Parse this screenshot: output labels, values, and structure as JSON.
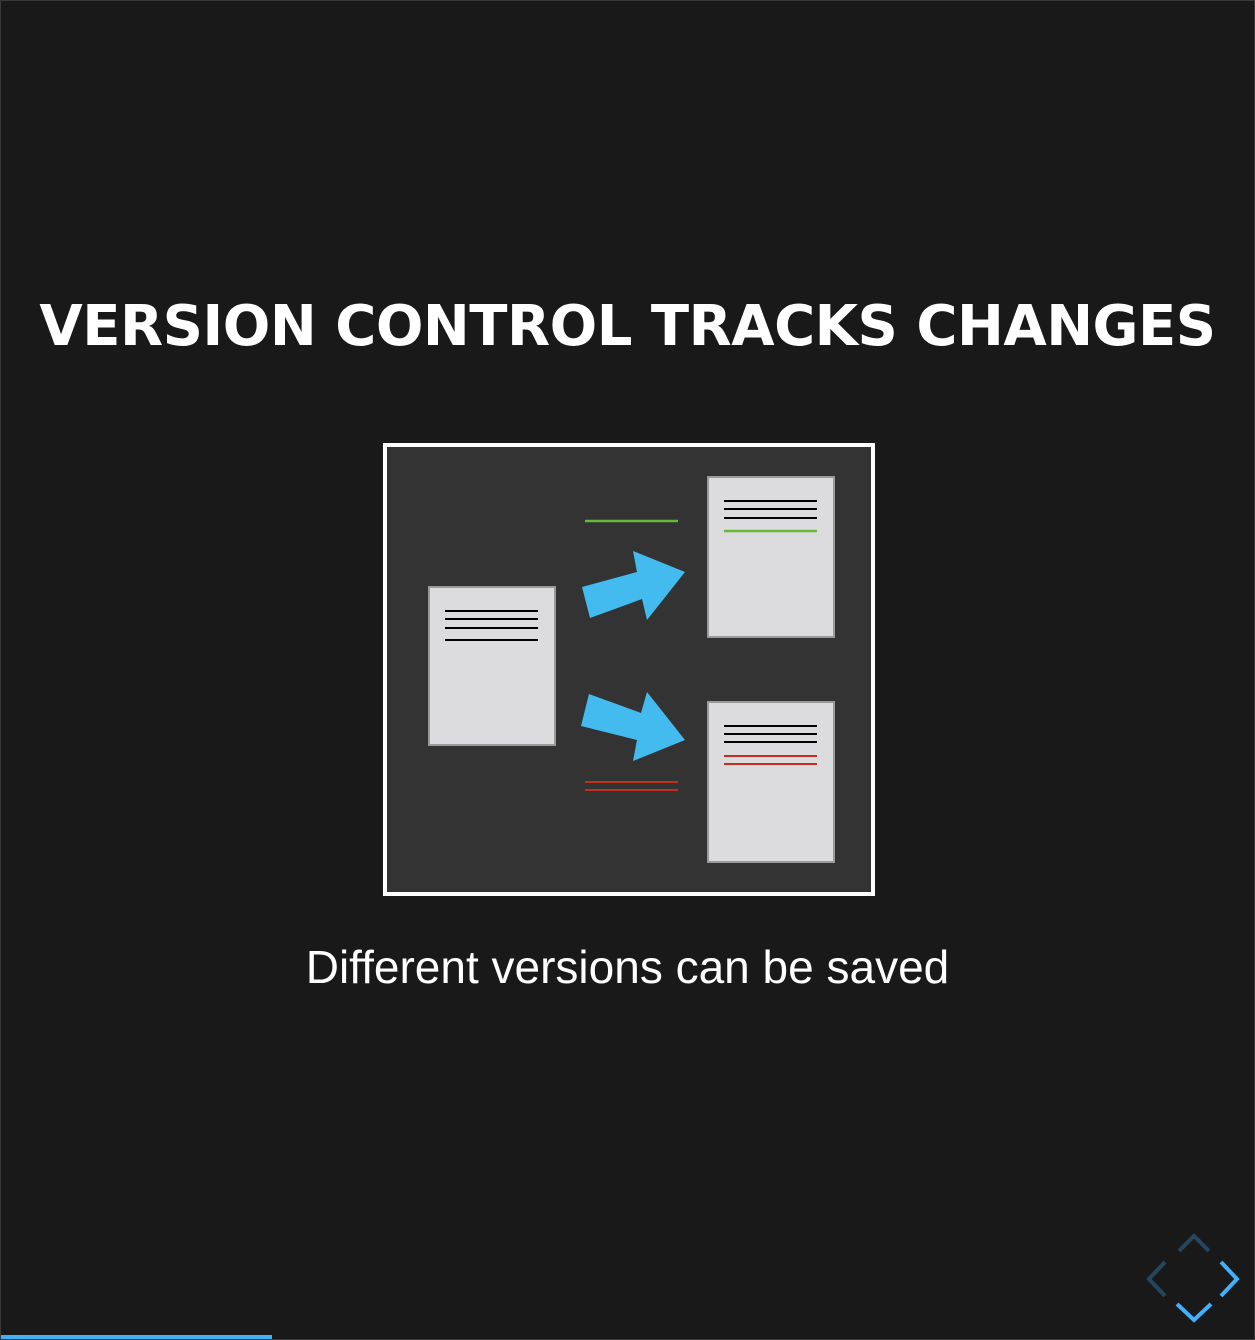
{
  "slide": {
    "title": "VERSION CONTROL TRACKS CHANGES",
    "caption": "Different versions can be saved"
  },
  "progress": {
    "fraction": 0.216
  },
  "controls": {
    "up": {
      "icon": "chevron-up-icon",
      "enabled": false
    },
    "left": {
      "icon": "chevron-left-icon",
      "enabled": false
    },
    "right": {
      "icon": "chevron-right-icon",
      "enabled": true
    },
    "down": {
      "icon": "chevron-down-icon",
      "enabled": true
    }
  },
  "colors": {
    "background": "#191919",
    "text": "#ffffff",
    "figure_panel": "#333333",
    "document": "#dcdcde",
    "document_border": "#9a9a9a",
    "arrow": "#44bbee",
    "added_line": "#6ab83a",
    "removed_line": "#c03020",
    "accent": "#42affa"
  }
}
